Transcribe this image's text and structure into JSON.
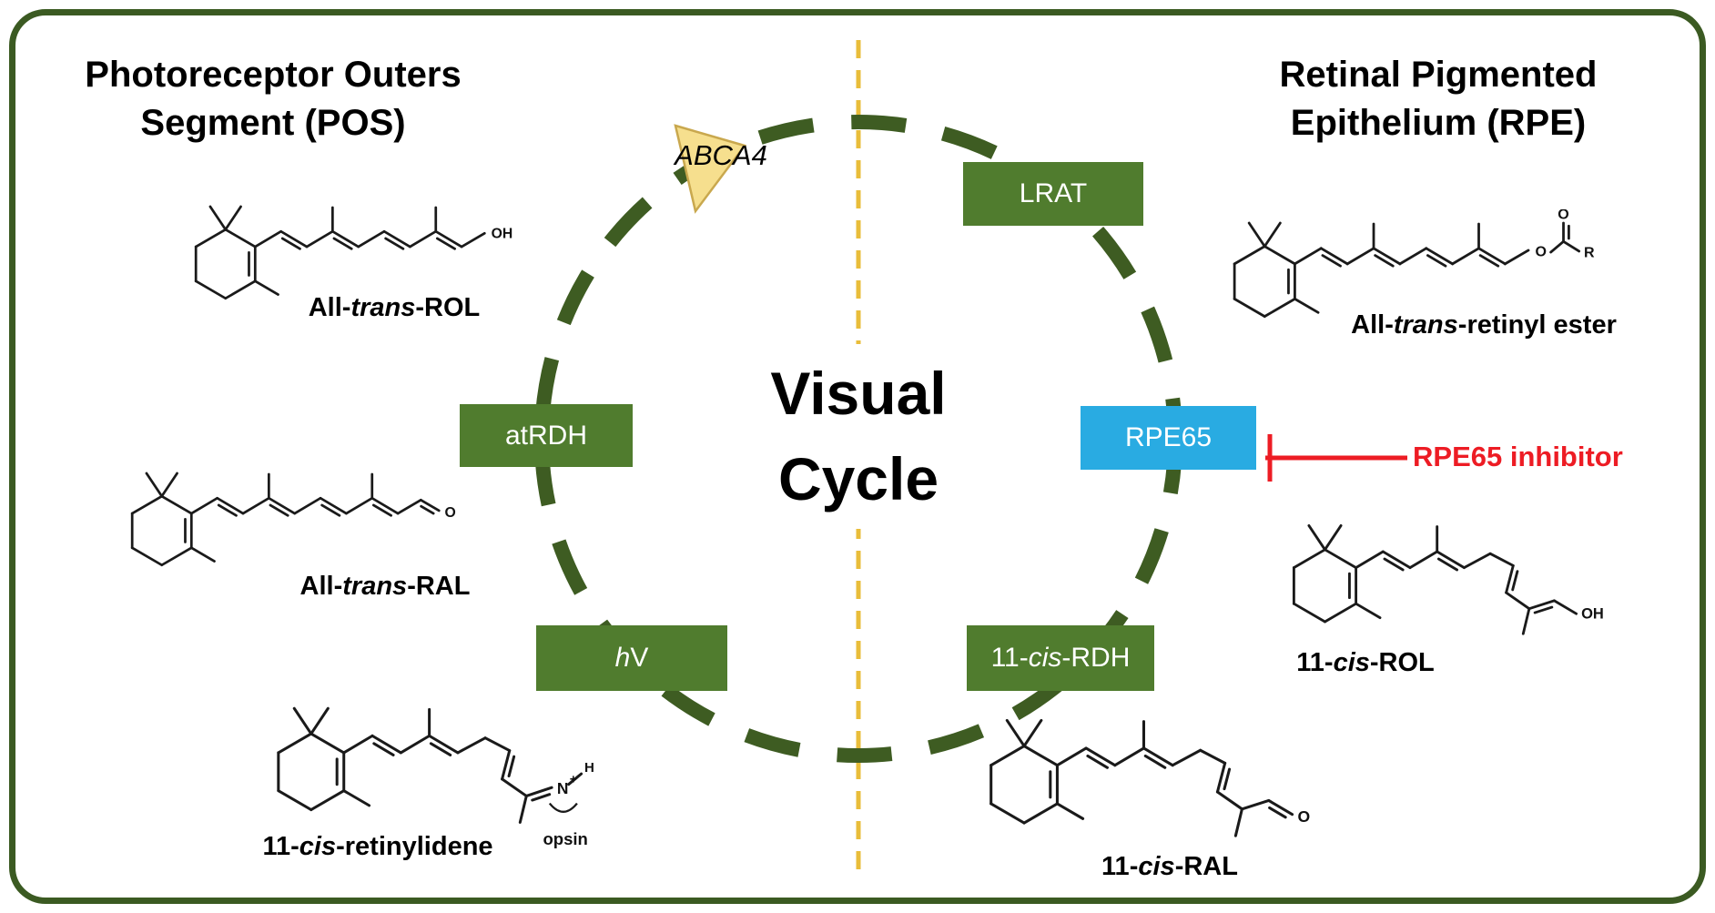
{
  "panel": {
    "left_title_line1": "Photoreceptor Outers",
    "left_title_line2": "Segment (POS)",
    "right_title_line1": "Retinal Pigmented",
    "right_title_line2": "Epithelium (RPE)"
  },
  "center": {
    "line1": "Visual",
    "line2": "Cycle"
  },
  "enzymes": {
    "lrat": {
      "label": "LRAT"
    },
    "atrdh": {
      "label": "atRDH"
    },
    "rpe65": {
      "label": "RPE65"
    },
    "abca4": {
      "label": "ABCA4"
    },
    "hv": {
      "pre": "",
      "it": "h",
      "post": "V"
    },
    "cisrdh": {
      "pre": "11-",
      "it": "cis",
      "post": "-RDH"
    }
  },
  "inhibitor": {
    "label": "RPE65 inhibitor"
  },
  "molecules": {
    "atROL": {
      "pre": "All-",
      "it": "trans",
      "post": "-ROL",
      "atoms": {
        "oh": "OH"
      }
    },
    "atRAL": {
      "pre": "All-",
      "it": "trans",
      "post": "-RAL",
      "atoms": {
        "o": "O"
      }
    },
    "retinylidene": {
      "pre": "11-",
      "it": "cis",
      "post": "-retinylidene",
      "atoms": {
        "n": "N",
        "plus": "+",
        "h": "H",
        "opsin": "opsin"
      }
    },
    "ester": {
      "pre": "All-",
      "it": "trans",
      "post": "-retinyl ester",
      "atoms": {
        "o1": "O",
        "o2": "O",
        "r": "R"
      }
    },
    "cisROL": {
      "pre": "11-",
      "it": "cis",
      "post": "-ROL",
      "atoms": {
        "oh": "OH"
      }
    },
    "cisRAL": {
      "pre": "11-",
      "it": "cis",
      "post": "-RAL",
      "atoms": {
        "o": "O"
      }
    }
  },
  "colors": {
    "frame_green": "#3b5a22",
    "circle_green": "#3e5c22",
    "box_green": "#507c2e",
    "box_blue": "#29abe2",
    "divider_yellow": "#e9bd3a",
    "triangle_yellow": "#f6df8e",
    "inhibitor_red": "#ed1c24"
  }
}
